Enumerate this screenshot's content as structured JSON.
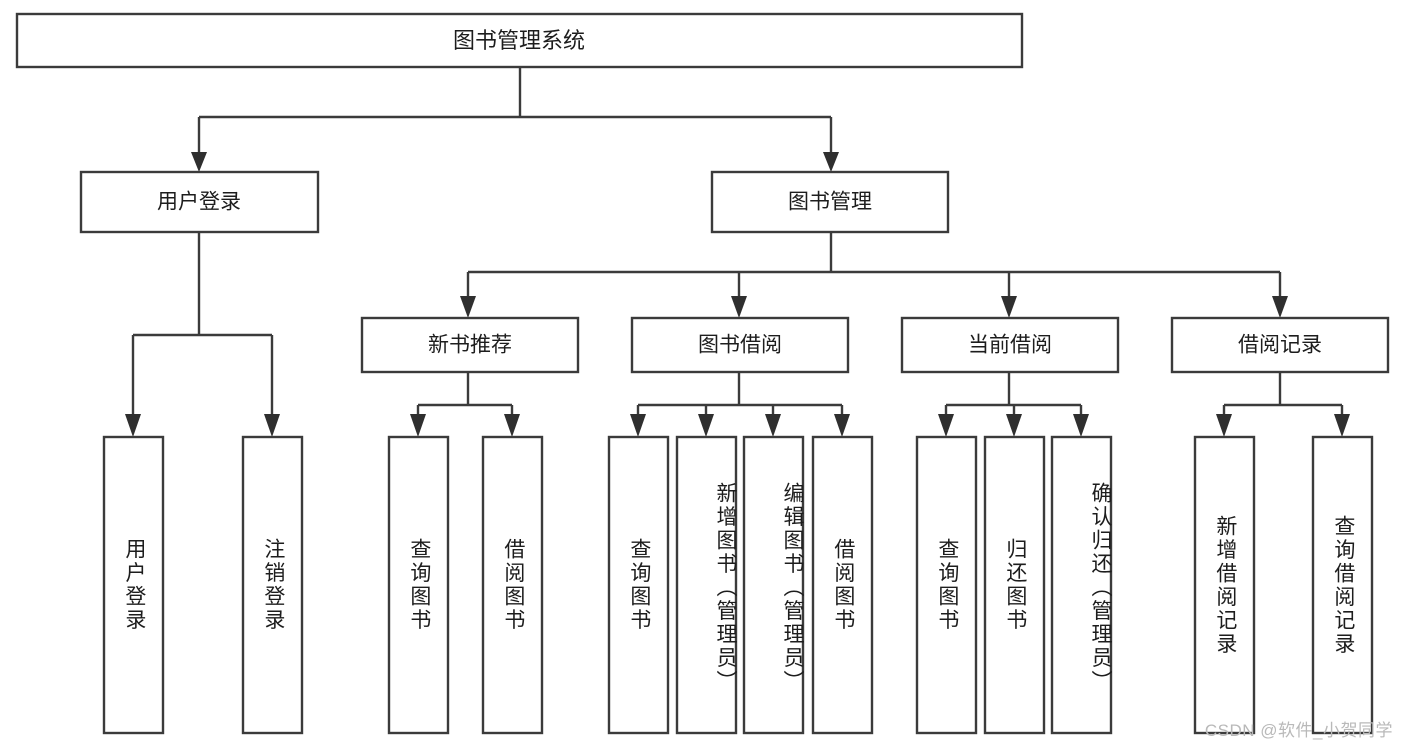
{
  "diagram": {
    "title": "图书管理系统",
    "type": "tree-hierarchy-chart",
    "watermark": "CSDN @软件_小贺同学",
    "colors": {
      "stroke": "#3b3b3b",
      "box_fill": "#ffffff",
      "text": "#1d1d1d",
      "background": "#ffffff",
      "watermark": "#b9b9b9"
    },
    "nodes": {
      "root": {
        "label": "图书管理系统"
      },
      "level1": [
        {
          "label": "用户登录"
        },
        {
          "label": "图书管理"
        }
      ],
      "level2": [
        {
          "label": "新书推荐"
        },
        {
          "label": "图书借阅"
        },
        {
          "label": "当前借阅"
        },
        {
          "label": "借阅记录"
        }
      ],
      "leaves_user_login": [
        {
          "label": "用户登录"
        },
        {
          "label": "注销登录"
        }
      ],
      "leaves_new_book": [
        {
          "label": "查询图书"
        },
        {
          "label": "借阅图书"
        }
      ],
      "leaves_borrow": [
        {
          "label": "查询图书"
        },
        {
          "label": "新增图书（管理员）"
        },
        {
          "label": "编辑图书（管理员）"
        },
        {
          "label": "借阅图书"
        }
      ],
      "leaves_current": [
        {
          "label": "查询图书"
        },
        {
          "label": "归还图书"
        },
        {
          "label": "确认归还（管理员）"
        }
      ],
      "leaves_record": [
        {
          "label": "新增借阅记录"
        },
        {
          "label": "查询借阅记录"
        }
      ]
    }
  }
}
